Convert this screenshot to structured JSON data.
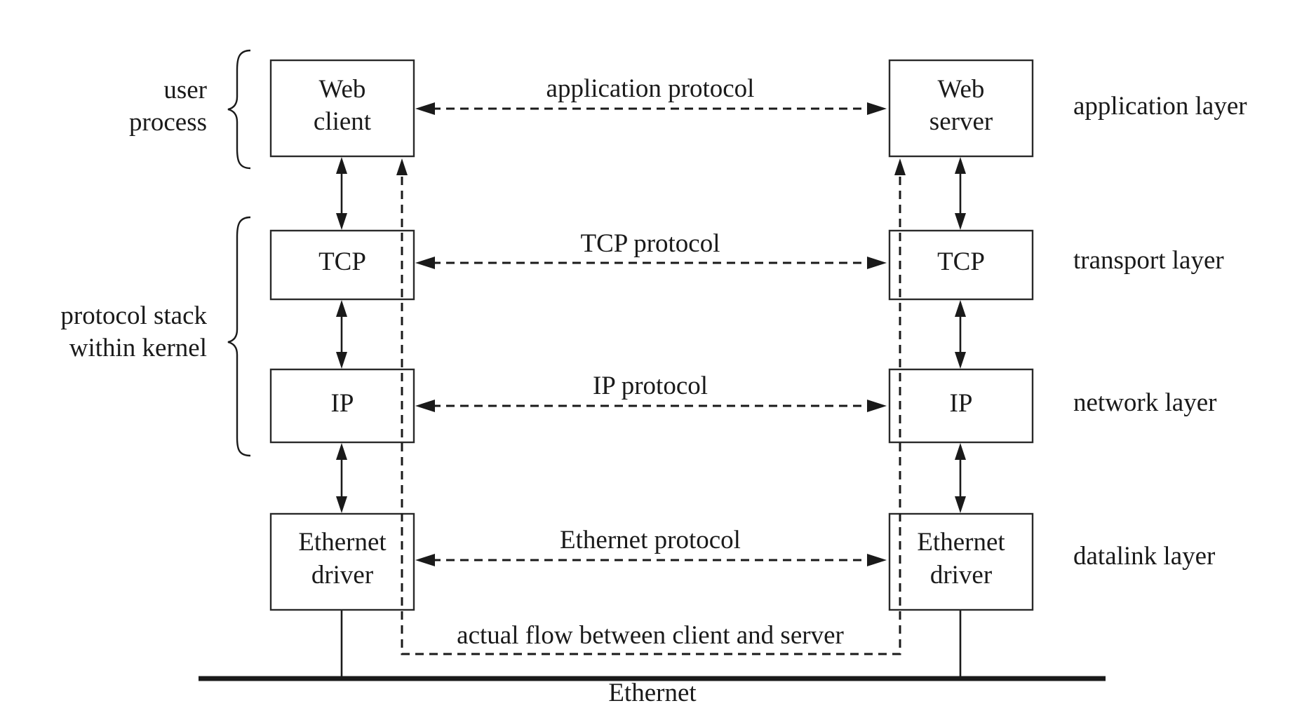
{
  "left_stack": {
    "web": [
      "Web",
      "client"
    ],
    "tcp": "TCP",
    "ip": "IP",
    "eth": [
      "Ethernet",
      "driver"
    ]
  },
  "right_stack": {
    "web": [
      "Web",
      "server"
    ],
    "tcp": "TCP",
    "ip": "IP",
    "eth": [
      "Ethernet",
      "driver"
    ]
  },
  "protocols": {
    "application": "application protocol",
    "tcp": "TCP protocol",
    "ip": "IP protocol",
    "ethernet": "Ethernet protocol"
  },
  "layers": {
    "application": "application layer",
    "transport": "transport layer",
    "network": "network layer",
    "datalink": "datalink layer"
  },
  "braces": {
    "user_process": [
      "user",
      "process"
    ],
    "kernel": [
      "protocol stack",
      "within kernel"
    ]
  },
  "flow_label": "actual flow between client and server",
  "network_label": "Ethernet"
}
